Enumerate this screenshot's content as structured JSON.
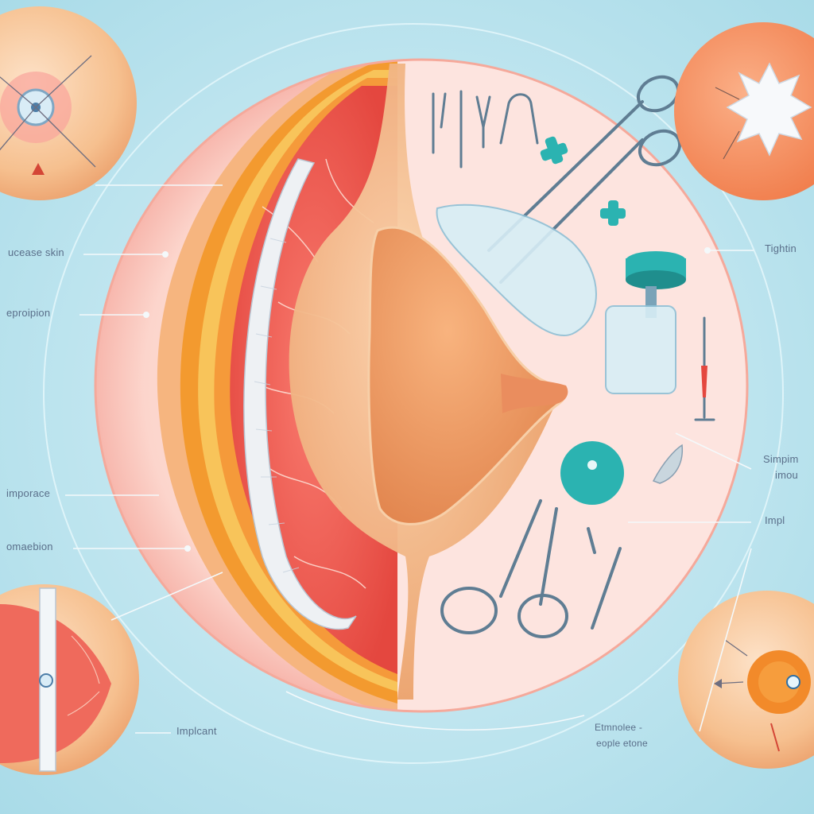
{
  "labels": {
    "left": [
      {
        "text": "ucease skin"
      },
      {
        "text": "eproipion"
      },
      {
        "text": "imporace"
      },
      {
        "text": "omaebion"
      },
      {
        "text": "Implcant"
      }
    ],
    "right": [
      {
        "text": "Tightin"
      },
      {
        "text": "Simpim"
      },
      {
        "text": "imou"
      },
      {
        "text": "Impl"
      },
      {
        "text": "Etmnolee -"
      },
      {
        "text": "eople etone"
      }
    ]
  },
  "colors": {
    "background": "#bfe5ef",
    "skin": "#f7b98a",
    "tissue": "#e8524a",
    "accent_teal": "#2bb3b1",
    "circle_fill": "#fde1dc",
    "fat_layer": "#f39a2f"
  },
  "icons": [
    "scissors-icon",
    "forceps-icon",
    "scalpel-icon",
    "syringe-icon",
    "clamp-icon",
    "implant-icon"
  ]
}
